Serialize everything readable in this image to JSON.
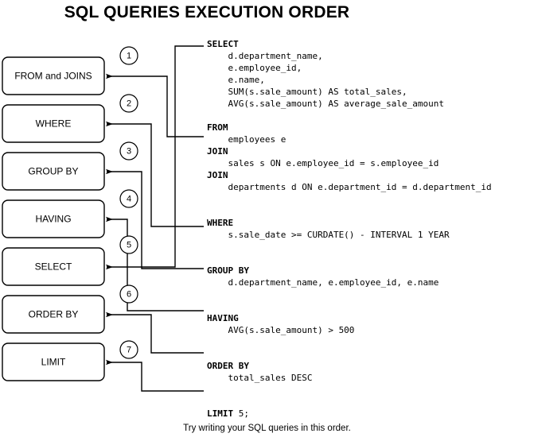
{
  "title": "SQL QUERIES EXECUTION ORDER",
  "footer": "Try writing your SQL queries in this order.",
  "stages": [
    {
      "num": "1",
      "label": "FROM and JOINS"
    },
    {
      "num": "2",
      "label": "WHERE"
    },
    {
      "num": "3",
      "label": "GROUP BY"
    },
    {
      "num": "4",
      "label": "HAVING"
    },
    {
      "num": "5",
      "label": "SELECT"
    },
    {
      "num": "6",
      "label": "ORDER BY"
    },
    {
      "num": "7",
      "label": "LIMIT"
    }
  ],
  "query": {
    "select_kw": "SELECT",
    "select_body": "    d.department_name,\n    e.employee_id,\n    e.name,\n    SUM(s.sale_amount) AS total_sales,\n    AVG(s.sale_amount) AS average_sale_amount",
    "from_kw": "FROM",
    "from_body": "    employees e",
    "join1_kw": "JOIN",
    "join1_body": "    sales s ON e.employee_id = s.employee_id",
    "join2_kw": "JOIN",
    "join2_body": "    departments d ON e.department_id = d.department_id",
    "where_kw": "WHERE",
    "where_body": "    s.sale_date >= CURDATE() - INTERVAL 1 YEAR",
    "groupby_kw": "GROUP BY",
    "groupby_body": "    d.department_name, e.employee_id, e.name",
    "having_kw": "HAVING",
    "having_body": "    AVG(s.sale_amount) > 500",
    "orderby_kw": "ORDER BY",
    "orderby_body": "    total_sales DESC",
    "limit_kw": "LIMIT",
    "limit_body": " 5;"
  },
  "colors": {
    "stroke": "#000000",
    "background": "#ffffff",
    "text": "#000000"
  }
}
